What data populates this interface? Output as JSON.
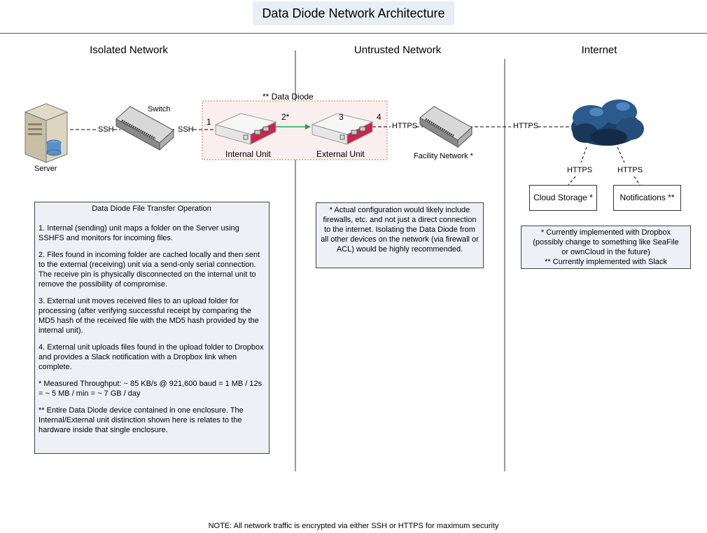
{
  "title": "Data Diode Network Architecture",
  "columns": {
    "isolated": "Isolated Network",
    "untrusted": "Untrusted Network",
    "internet": "Internet"
  },
  "nodes": {
    "server": "Server",
    "switch": "Switch",
    "diode": "** Data  Diode",
    "internal_unit": "Internal Unit",
    "external_unit": "External Unit",
    "facility": "Facility Network *",
    "cloud_storage": "Cloud Storage *",
    "notifications": "Notifications **"
  },
  "links": {
    "ssh1": "SSH",
    "ssh2": "SSH",
    "https1": "HTTPS",
    "https2": "HTTPS",
    "https3": "HTTPS",
    "https4": "HTTPS"
  },
  "ports": {
    "p1": "1",
    "p2": "2*",
    "p3": "3",
    "p4": "4"
  },
  "operation_box": {
    "heading": "Data Diode File Transfer Operation",
    "paragraphs": [
      "1. Internal (sending) unit maps a folder on the Server using SSHFS and monitors for incoming files.",
      "2. Files found in incoming folder are cached locally and then sent to the external (receiving) unit via a send-only serial connection.  The receive pin is physically disconnected on the internal unit to remove the possibility of compromise.",
      "3. External unit moves received files to an upload folder for processing (after verifying successful receipt by comparing the MD5 hash of the received file with the MD5 hash provided by the internal unit).",
      "4. External unit uploads files found in the upload folder to Dropbox and provides a Slack notification with a Dropbox link when complete.",
      "* Measured Throughput: ~ 85 KB/s @ 921,600 baud = 1 MB / 12s = ~ 5 MB / min = ~ 7 GB / day",
      "** Entire Data Diode device contained in one enclosure.  The Internal/External unit distinction shown here is relates to the hardware inside that single enclosure."
    ]
  },
  "untrusted_note": "* Actual configuration would likely include firewalls, etc. and not just a direct connection to the internet.  Isolating the Data Diode from all other devices on the network (via firewall or ACL) would be highly recommended.",
  "internet_note": {
    "line1": "* Currently implemented with Dropbox",
    "line2": "(possibly change to something like SeaFile",
    "line3": "or ownCloud in the future)",
    "line4": "** Currently implemented with Slack"
  },
  "footer": "NOTE: All network traffic is encrypted via either SSH or HTTPS for maximum security",
  "colors": {
    "title_bg": "#e8eef5",
    "note_bg": "#edf1f6",
    "diode_bg": "#fbeeee",
    "arrow": "#22aa44"
  }
}
